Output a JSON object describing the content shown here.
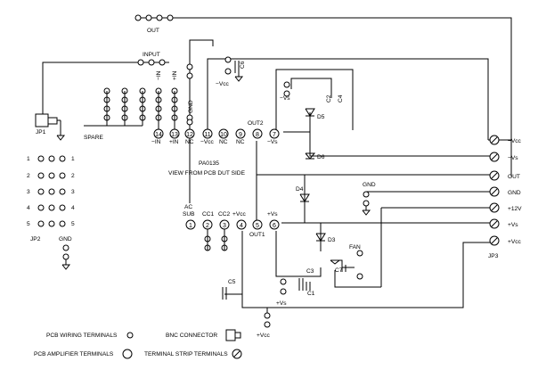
{
  "labels": {
    "out_top": "OUT",
    "input": "INPUT",
    "jp1": "JP1",
    "spare": "SPARE",
    "jp2": "JP2",
    "gnd": "GND",
    "gnd_pin": "GND",
    "minus_in_top": "−IN",
    "plus_in_top": "+IN",
    "neg_vcc_c6": "−Vcc",
    "c6": "C6",
    "neg_vs_top": "−Vs",
    "c2": "C2",
    "c4": "C4",
    "d5": "D5",
    "d6": "D6",
    "d4": "D4",
    "d3": "D3",
    "out2": "OUT2",
    "out1": "OUT1",
    "part_title": "PA0135",
    "view_note": "VIEW FROM PCB DUT SIDE",
    "ac_sub_1": "AC",
    "ac_sub_2": "SUB",
    "cc1": "CC1",
    "cc2": "CC2",
    "plus_vcc_pin4": "+Vcc",
    "plus_vs_pin6": "+Vs",
    "minus_vs_pin7": "−Vs",
    "fan": "FAN",
    "c5": "C5",
    "c3": "C3",
    "c1": "C1",
    "c7": "C7",
    "plus_vs_c3": "+Vs",
    "plus_vcc_bottom": "+Vcc",
    "jp3": "JP3"
  },
  "pins": [
    {
      "num": "14",
      "label": "−IN"
    },
    {
      "num": "13",
      "label": "+IN"
    },
    {
      "num": "12",
      "label": "NC"
    },
    {
      "num": "11",
      "label": "−Vcc"
    },
    {
      "num": "10",
      "label": "NC"
    },
    {
      "num": "9",
      "label": "NC"
    },
    {
      "num": "8",
      "label": ""
    },
    {
      "num": "7",
      "label": ""
    },
    {
      "num": "1",
      "label": ""
    },
    {
      "num": "2",
      "label": ""
    },
    {
      "num": "3",
      "label": ""
    },
    {
      "num": "4",
      "label": ""
    },
    {
      "num": "5",
      "label": ""
    },
    {
      "num": "6",
      "label": ""
    }
  ],
  "jp2_rows": [
    "1",
    "2",
    "3",
    "4",
    "5"
  ],
  "terminal_strip": [
    "−Vcc",
    "−Vs",
    "OUT",
    "GND",
    "+12V",
    "+Vs",
    "+Vcc"
  ],
  "legend": {
    "pcb_wiring": "PCB WIRING TERMINALS",
    "pcb_amplifier": "PCB AMPLIFIER TERMINALS",
    "bnc": "BNC CONNECTOR",
    "strip": "TERMINAL STRIP TERMINALS"
  }
}
